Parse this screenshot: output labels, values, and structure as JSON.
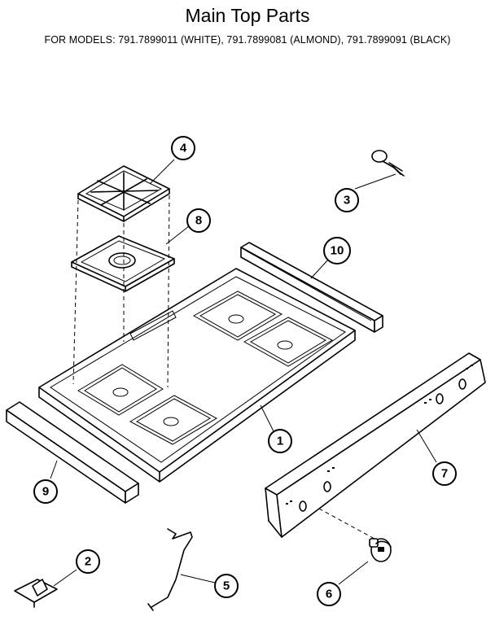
{
  "header": {
    "title": "Main Top Parts",
    "subtitle": "FOR MODELS:  791.7899011 (WHITE), 791.7899081 (ALMOND), 791.7899091 (BLACK)"
  },
  "callouts": {
    "c1": "1",
    "c2": "2",
    "c3": "3",
    "c4": "4",
    "c5": "5",
    "c6": "6",
    "c7": "7",
    "c8": "8",
    "c9": "9",
    "c10": "10"
  }
}
